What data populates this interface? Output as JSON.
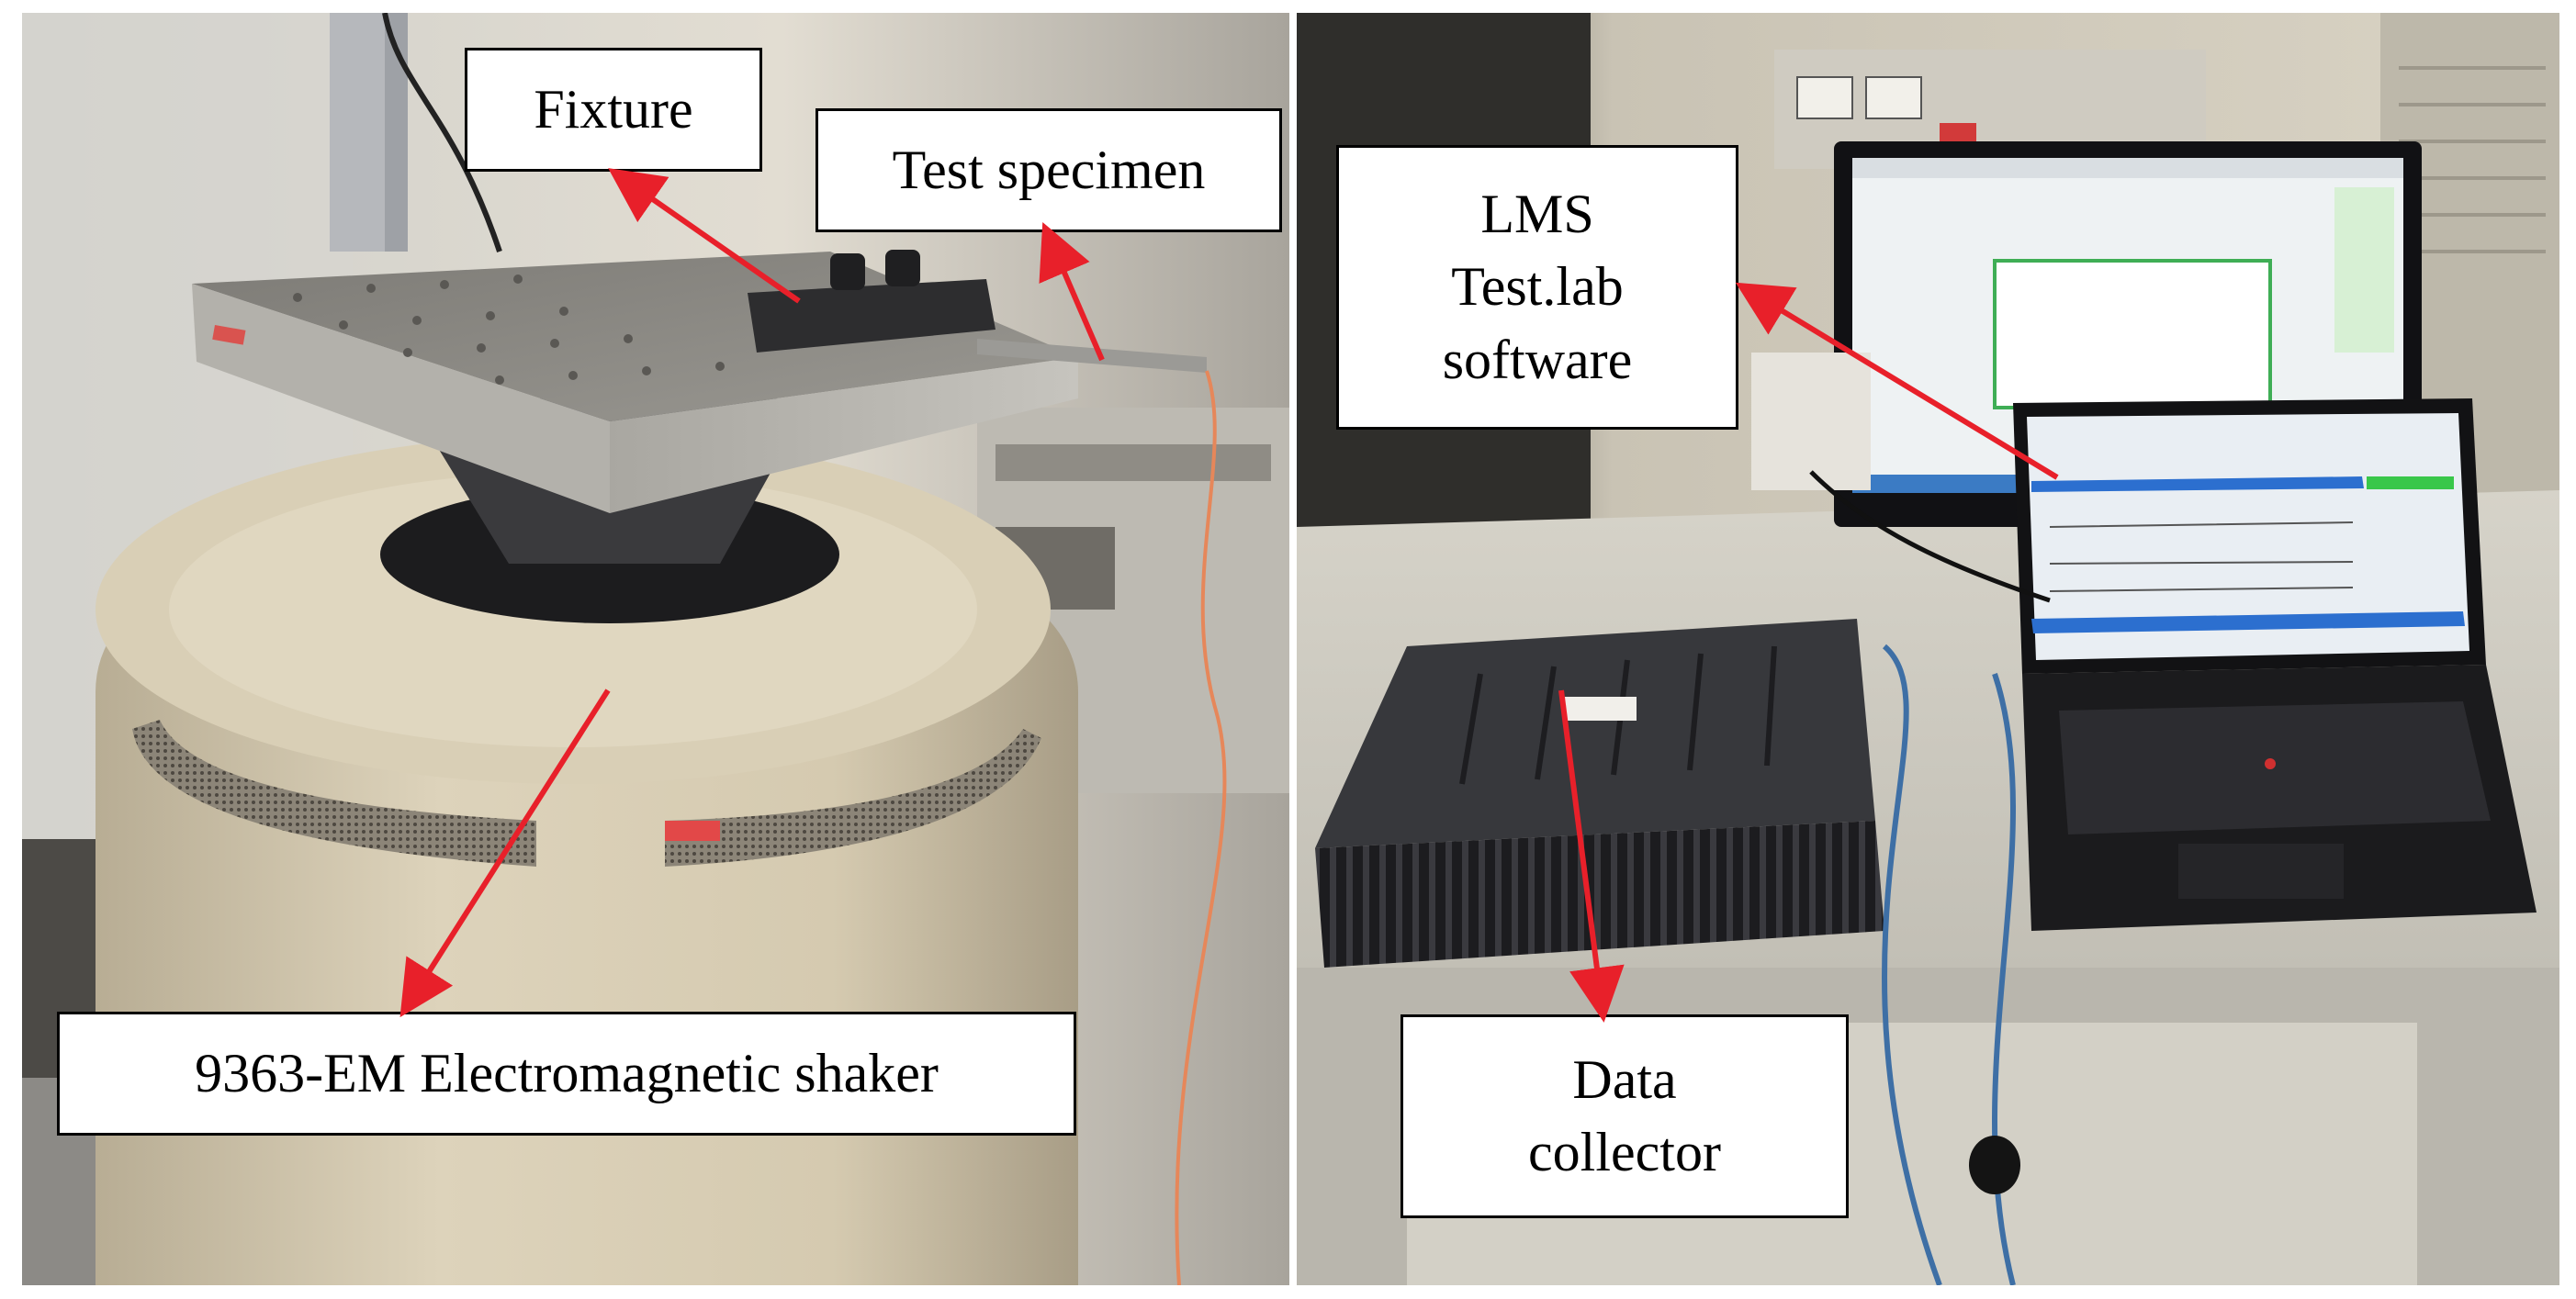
{
  "labels": {
    "fixture": "Fixture",
    "test_specimen": "Test specimen",
    "shaker": "9363-EM Electromagnetic shaker",
    "software_line1": "LMS",
    "software_line2": "Test.lab",
    "software_line3": "software",
    "collector_line1": "Data",
    "collector_line2": "collector"
  },
  "colors": {
    "arrow": "#e8202a",
    "label_border": "#000000",
    "label_background": "#ffffff",
    "shaker_body": "#d8cdb4",
    "fixture_plate": "#8f8d88",
    "collector_body": "#2e2f33",
    "bench": "#dad8cf",
    "wall": "#d9d4c7"
  }
}
